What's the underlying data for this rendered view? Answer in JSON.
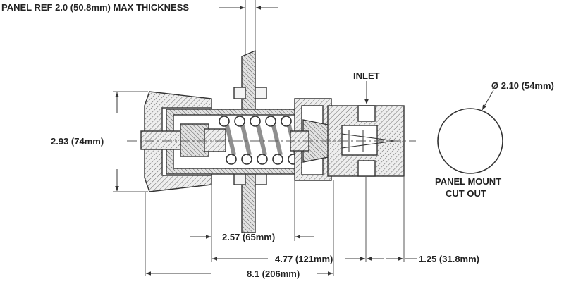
{
  "labels": {
    "panel_ref": "PANEL REF 2.0 (50.8mm) MAX THICKNESS",
    "inlet": "INLET",
    "diameter": "Ø 2.10 (54mm)",
    "height": "2.93 (74mm)",
    "cutout_line1": "PANEL MOUNT",
    "cutout_line2": "CUT OUT",
    "dim_spring": "2.57 (65mm)",
    "dim_body": "4.77 (121mm)",
    "dim_inlet": "1.25 (31.8mm)",
    "dim_overall": "8.1 (206mm)"
  },
  "colors": {
    "line": "#333333",
    "hatch": "#555555",
    "fill_light": "#e6e6e6"
  }
}
